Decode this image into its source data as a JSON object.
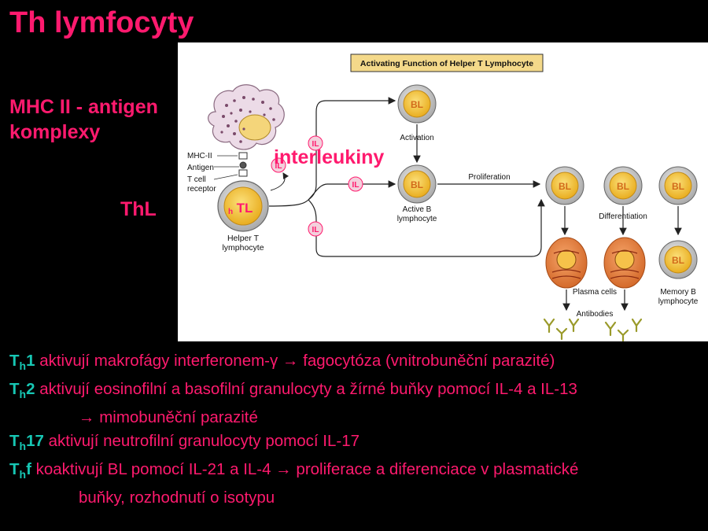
{
  "title": "Th lymfocyty",
  "mhc_label": [
    "MHC II - antigen",
    "komplexy"
  ],
  "thl_label": "ThL",
  "interleukiny_label": "interleukiny",
  "figure": {
    "header": "Activating Function of Helper T Lymphocyte",
    "mhc_ii": "MHC-II",
    "antigen": "Antigen",
    "t_cell_receptor": [
      "T cell",
      "receptor"
    ],
    "helper_t": [
      "Helper T",
      "lymphocyte"
    ],
    "tl_cell": "TL",
    "tl_prefix": "h",
    "il": "IL",
    "bl": "BL",
    "activation": "Activation",
    "active_b": [
      "Active B",
      "lymphocyte"
    ],
    "proliferation": "Proliferation",
    "differentiation": "Differentiation",
    "plasma_cells": "Plasma cells",
    "memory_b": [
      "Memory B",
      "lymphocyte"
    ],
    "antibodies": "Antibodies"
  },
  "lines": [
    {
      "t": "T",
      "sub": "h",
      "num": "1",
      "text": " aktivují makrofágy interferonem-γ → fagocytóza (vnitrobuněční parazité)"
    },
    {
      "t": "T",
      "sub": "h",
      "num": "2",
      "text": " aktivují eosinofilní a basofilní granulocyty a žírné buňky pomocí IL-4 a IL-13"
    },
    {
      "indent": "→ mimobuněční parazité"
    },
    {
      "t": "T",
      "sub": "h",
      "num": "17",
      "text": " aktivují neutrofilní granulocyty pomocí IL-17"
    },
    {
      "t": "T",
      "sub": "h",
      "num": "f",
      "text": " koaktivují BL pomocí IL-21 a IL-4 → proliferace a diferenciace v plasmatické"
    },
    {
      "indent": "buňky, rozhodnutí o isotypu"
    }
  ],
  "colors": {
    "accent": "#ff1a6e",
    "cyan": "#17c7b4",
    "cell_yellow": "#f2c23a",
    "plasma": "#e8864a",
    "header_bg": "#f4d98a"
  }
}
